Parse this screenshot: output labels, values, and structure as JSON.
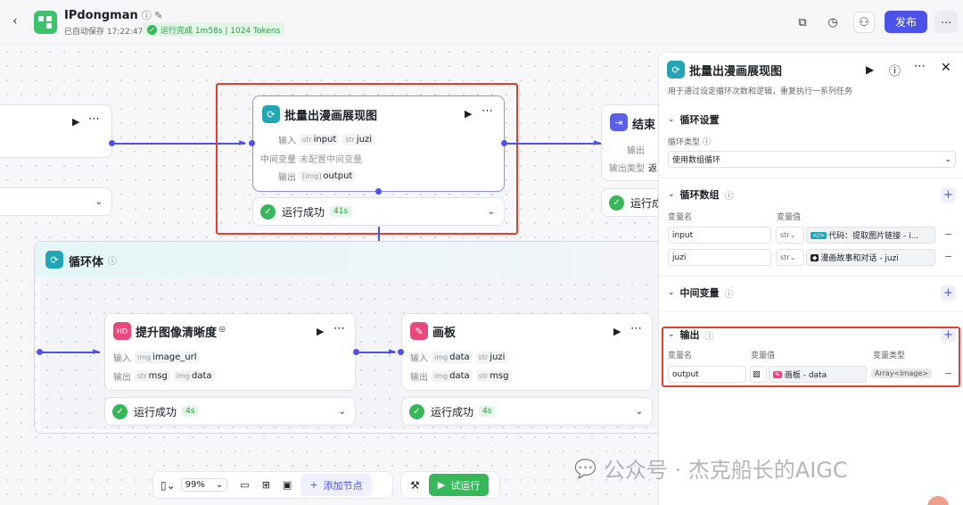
{
  "app": {
    "name": "IPdongman",
    "autosave": "已自动保存 17:22:47",
    "run_status": "运行完成 1m58s | 1024 Tokens",
    "publish_label": "发布"
  },
  "canvas": {
    "left_node": {},
    "loop_node": {
      "title": "批量出漫画展现图",
      "input_label": "输入",
      "input_tags": [
        {
          "type": "str",
          "name": "input"
        },
        {
          "type": "str",
          "name": "juzi"
        }
      ],
      "mid_label": "中间变量",
      "mid_value": "未配置中间变量",
      "output_label": "输出",
      "output_tag": {
        "type": "[img]",
        "name": "output"
      },
      "status": "运行成功",
      "duration": "41s"
    },
    "end_node": {
      "title": "结束",
      "output_label": "输出",
      "output_type_label": "输出类型",
      "output_type_value": "返",
      "status": "运行成"
    },
    "loop_body": {
      "title": "循环体"
    },
    "enhance_node": {
      "title": "提升图像清晰度",
      "input_label": "输入",
      "input_tag": {
        "type": "img",
        "name": "image_url"
      },
      "output_label": "输出",
      "output_tags": [
        {
          "type": "str",
          "name": "msg"
        },
        {
          "type": "img",
          "name": "data"
        }
      ],
      "status": "运行成功",
      "duration": "4s"
    },
    "canvas_node": {
      "title": "画板",
      "input_label": "输入",
      "input_tags": [
        {
          "type": "img",
          "name": "data"
        },
        {
          "type": "str",
          "name": "juzi"
        }
      ],
      "output_label": "输出",
      "output_tags": [
        {
          "type": "img",
          "name": "data"
        },
        {
          "type": "str",
          "name": "msg"
        }
      ],
      "status": "运行成功",
      "duration": "4s"
    }
  },
  "toolbar": {
    "zoom": "99%",
    "add_node": "添加节点",
    "test_run": "试运行"
  },
  "panel": {
    "title": "批量出漫画展现图",
    "description": "用于通过设定循环次数和逻辑，重复执行一系列任务",
    "loop_settings": {
      "title": "循环设置",
      "type_label": "循环类型",
      "type_value": "使用数组循环"
    },
    "loop_array": {
      "title": "循环数组",
      "col_name": "变量名",
      "col_value": "变量值",
      "rows": [
        {
          "name": "input",
          "type": "str",
          "value": "代码：提取图片链接 - i..."
        },
        {
          "name": "juzi",
          "type": "str",
          "value": "漫画故事和对话 - juzi"
        }
      ]
    },
    "mid_vars": {
      "title": "中间变量"
    },
    "output": {
      "title": "输出",
      "col_name": "变量名",
      "col_value": "变量值",
      "col_type": "变量类型",
      "row": {
        "name": "output",
        "value": "画板 - data",
        "type": "Array<Image>"
      }
    }
  },
  "watermark": "公众号 · 杰克船长的AIGC",
  "colors": {
    "accent": "#4d53e8",
    "success": "#36b85a",
    "highlight": "#e53e2e"
  }
}
